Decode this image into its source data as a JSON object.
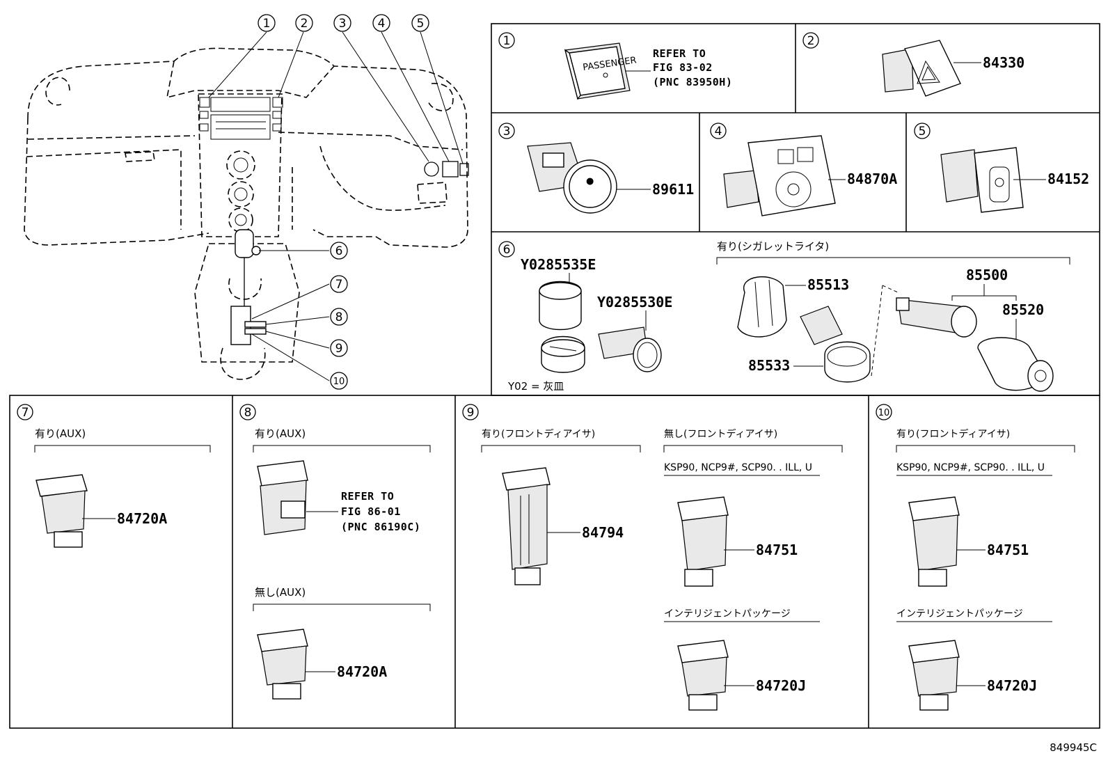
{
  "callouts": [
    "1",
    "2",
    "3",
    "4",
    "5",
    "6",
    "7",
    "8",
    "9",
    "10"
  ],
  "panel1": {
    "ref_line1": "REFER TO",
    "ref_line2": "FIG 83-02",
    "ref_line3": "(PNC 83950H)",
    "switch_label": "PASSENGER"
  },
  "panel2": {
    "part": "84330"
  },
  "panel3": {
    "part": "89611"
  },
  "panel4": {
    "part": "84870A"
  },
  "panel5": {
    "part": "84152"
  },
  "panel6": {
    "part_a": "Y0285535E",
    "part_b": "Y0285530E",
    "note": "Y02 = 灰皿",
    "group_label": "有り(シガレットライタ)",
    "p85513": "85513",
    "p85533": "85533",
    "p85500": "85500",
    "p85520": "85520"
  },
  "panel7": {
    "cond": "有り(AUX)",
    "part": "84720A"
  },
  "panel8": {
    "cond_a": "有り(AUX)",
    "ref_line1": "REFER TO",
    "ref_line2": "FIG 86-01",
    "ref_line3": "(PNC 86190C)",
    "cond_b": "無し(AUX)",
    "part_b": "84720A"
  },
  "panel9": {
    "cond_a": "有り(フロントディアイサ)",
    "part_a": "84794",
    "cond_b": "無し(フロントディアイサ)",
    "models": "KSP90, NCP9#, SCP90. . ILL, U",
    "part_b": "84751",
    "cond_c": "インテリジェントパッケージ",
    "part_c": "84720J"
  },
  "panel10": {
    "cond_a": "有り(フロントディアイサ)",
    "models": "KSP90, NCP9#, SCP90. . ILL, U",
    "part_a": "84751",
    "cond_b": "インテリジェントパッケージ",
    "part_b": "84720J"
  },
  "figure_code": "849945C"
}
